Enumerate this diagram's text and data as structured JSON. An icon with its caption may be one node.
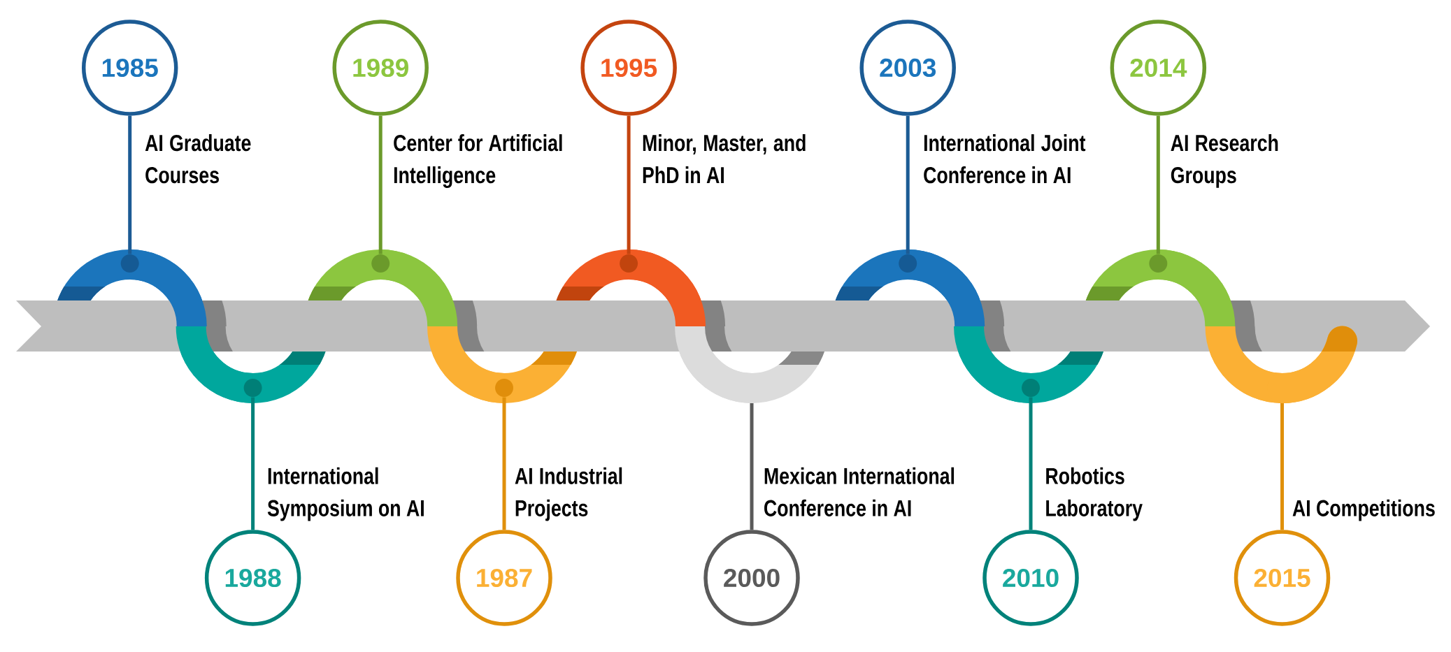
{
  "diagram": {
    "nodes": [
      {
        "text": [
          "1985"
        ],
        "beside": [
          "AI Graduate Courses"
        ]
      },
      {
        "text": [
          "1988"
        ],
        "beside": [
          "International Symposium on AI"
        ]
      },
      {
        "text": [
          "1989"
        ],
        "beside": [
          "Center for Artificial Intelligence"
        ]
      },
      {
        "text": [
          "1987"
        ],
        "beside": [
          "AI Industrial Projects"
        ]
      },
      {
        "text": [
          "1995"
        ],
        "beside": [
          "Minor, Master, and PhD in AI"
        ]
      },
      {
        "text": [
          "2000"
        ],
        "beside": [
          "Mexican International Conference in AI"
        ]
      },
      {
        "text": [
          "2003"
        ],
        "beside": [
          "International Joint Conference in AI"
        ]
      },
      {
        "text": [
          "2010"
        ],
        "beside": [
          "Robotics Laboratory"
        ]
      },
      {
        "text": [
          "2014"
        ],
        "beside": [
          "AI Research Groups"
        ]
      },
      {
        "text": [
          "2015"
        ],
        "beside": [
          "AI Competitions"
        ]
      },
      {
        "text": [],
        "shape": "circle"
      },
      {
        "text": [],
        "shape": "circle"
      },
      {
        "text": [],
        "shape": "circle"
      },
      {
        "text": [],
        "shape": "circle"
      },
      {
        "text": [],
        "shape": "circle"
      },
      {
        "text": [],
        "shape": "circle"
      },
      {
        "text": [],
        "shape": "circle"
      },
      {
        "text": [],
        "shape": "circle"
      }
    ],
    "edges": [
      {
        "from": 0,
        "to": 10,
        "arrow": "none",
        "color": "#1c5b94"
      },
      {
        "from": 1,
        "to": 11,
        "arrow": "none",
        "color": "#00827a"
      },
      {
        "from": 2,
        "to": 12,
        "arrow": "none",
        "color": "#6b9a2b"
      },
      {
        "from": 3,
        "to": 13,
        "arrow": "none",
        "color": "#e0900b"
      },
      {
        "from": 4,
        "to": 14,
        "arrow": "none",
        "color": "#c4440f"
      },
      {
        "from": 5,
        "to": null,
        "arrow": "none",
        "color": "#5a5a5a"
      },
      {
        "from": 6,
        "to": 15,
        "arrow": "none",
        "color": "#1c5b94"
      },
      {
        "from": 7,
        "to": 16,
        "arrow": "none",
        "color": "#00827a"
      },
      {
        "from": 8,
        "to": 17,
        "arrow": "none",
        "color": "#6b9a2b"
      },
      {
        "from": 9,
        "to": null,
        "arrow": "none",
        "color": "#e0900b"
      }
    ]
  }
}
